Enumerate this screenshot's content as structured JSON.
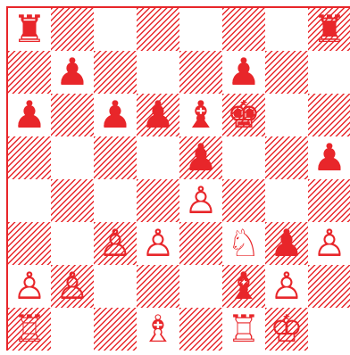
{
  "board": {
    "accent": "#e8262a",
    "rows": [
      [
        {
          "c": "black",
          "p": "rook",
          "g": "♜"
        },
        null,
        null,
        null,
        null,
        null,
        null,
        {
          "c": "black",
          "p": "rook",
          "g": "♜"
        }
      ],
      [
        null,
        {
          "c": "black",
          "p": "pawn",
          "g": "♟"
        },
        null,
        null,
        null,
        {
          "c": "black",
          "p": "pawn",
          "g": "♟"
        },
        null,
        null
      ],
      [
        {
          "c": "black",
          "p": "pawn",
          "g": "♟"
        },
        null,
        {
          "c": "black",
          "p": "pawn",
          "g": "♟"
        },
        {
          "c": "black",
          "p": "pawn",
          "g": "♟"
        },
        {
          "c": "black",
          "p": "bishop",
          "g": "♝"
        },
        {
          "c": "black",
          "p": "king",
          "g": "♚"
        },
        null,
        null
      ],
      [
        null,
        null,
        null,
        null,
        {
          "c": "black",
          "p": "pawn",
          "g": "♟"
        },
        null,
        null,
        {
          "c": "black",
          "p": "pawn",
          "g": "♟"
        }
      ],
      [
        null,
        null,
        null,
        null,
        {
          "c": "white",
          "p": "pawn",
          "g": "♙"
        },
        null,
        null,
        null
      ],
      [
        null,
        null,
        {
          "c": "white",
          "p": "pawn",
          "g": "♙"
        },
        {
          "c": "white",
          "p": "pawn",
          "g": "♙"
        },
        null,
        {
          "c": "white",
          "p": "knight",
          "g": "♘"
        },
        {
          "c": "black",
          "p": "pawn",
          "g": "♟"
        },
        {
          "c": "white",
          "p": "pawn",
          "g": "♙"
        }
      ],
      [
        {
          "c": "white",
          "p": "pawn",
          "g": "♙"
        },
        {
          "c": "white",
          "p": "pawn",
          "g": "♙"
        },
        null,
        null,
        null,
        {
          "c": "black",
          "p": "bishop",
          "g": "♝"
        },
        {
          "c": "white",
          "p": "pawn",
          "g": "♙"
        },
        null
      ],
      [
        {
          "c": "white",
          "p": "rook",
          "g": "♖"
        },
        null,
        null,
        {
          "c": "white",
          "p": "bishop",
          "g": "♗"
        },
        null,
        {
          "c": "white",
          "p": "rook",
          "g": "♖"
        },
        {
          "c": "white",
          "p": "king",
          "g": "♔"
        },
        null
      ]
    ]
  }
}
